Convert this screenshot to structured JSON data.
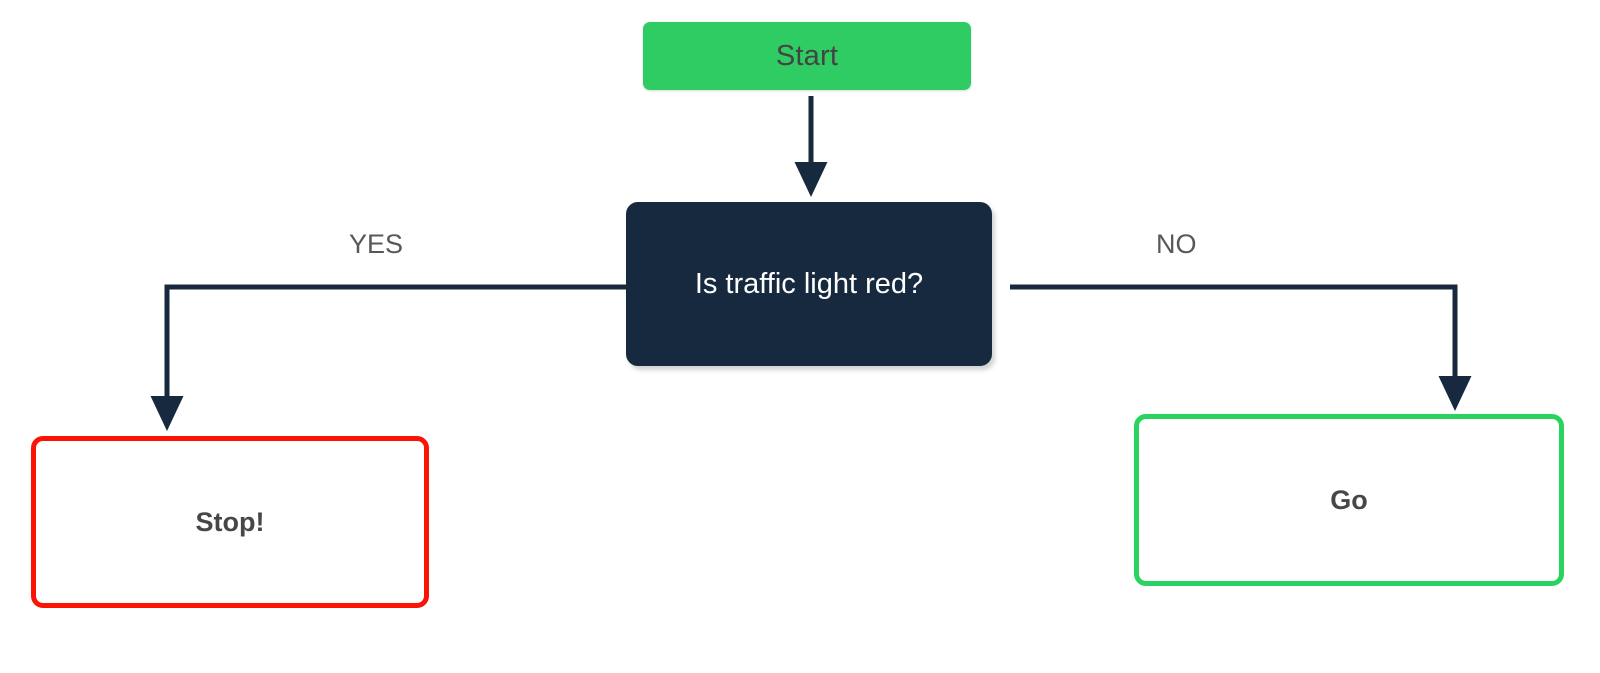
{
  "diagram": {
    "type": "flowchart",
    "title": "Traffic light decision flowchart",
    "background_color": "#ffffff",
    "connector_color": "#17293e",
    "nodes": [
      {
        "id": "start",
        "label": "Start",
        "shape": "rounded-rectangle",
        "role": "terminal",
        "fill_color": "#2ecc63",
        "text_color": "#444444",
        "border_color": "none"
      },
      {
        "id": "decision",
        "label": "Is traffic light red?",
        "shape": "rounded-rectangle",
        "role": "decision",
        "fill_color": "#17293e",
        "text_color": "#ffffff",
        "border_color": "none"
      },
      {
        "id": "stop",
        "label": "Stop!",
        "shape": "rounded-rectangle",
        "role": "outcome",
        "fill_color": "#ffffff",
        "text_color": "#474747",
        "border_color": "#fb1405"
      },
      {
        "id": "go",
        "label": "Go",
        "shape": "rounded-rectangle",
        "role": "outcome",
        "fill_color": "#ffffff",
        "text_color": "#474747",
        "border_color": "#28d45f"
      }
    ],
    "edges": [
      {
        "id": "start-to-decision",
        "from": "start",
        "to": "decision",
        "label": ""
      },
      {
        "id": "decision-to-stop",
        "from": "decision",
        "to": "stop",
        "label": "YES"
      },
      {
        "id": "decision-to-go",
        "from": "decision",
        "to": "go",
        "label": "NO"
      }
    ]
  }
}
